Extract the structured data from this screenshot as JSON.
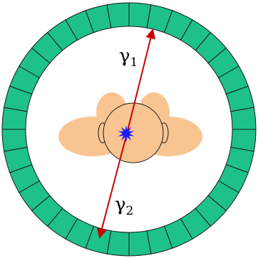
{
  "diagram": {
    "detector_ring": {
      "segment_count": 36,
      "color": "#1ec18a",
      "edge_color": "#1a1a1a"
    },
    "patient": {
      "body_color": "#f8c592",
      "outline_color": "#1a1a1a"
    },
    "annihilation_point": {
      "color": "#1a1aff"
    },
    "photon_line": {
      "color": "#cc0000"
    },
    "labels": {
      "gamma1": {
        "symbol": "γ",
        "subscript": "1"
      },
      "gamma2": {
        "symbol": "γ",
        "subscript": "2"
      }
    }
  }
}
